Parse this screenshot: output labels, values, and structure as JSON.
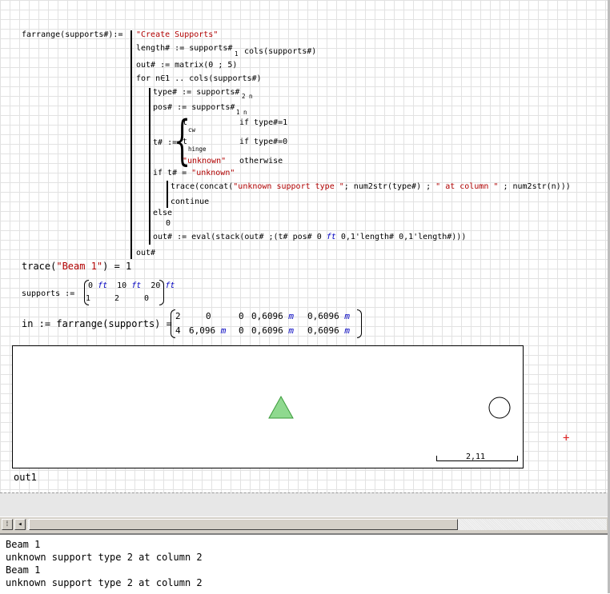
{
  "func": {
    "name": "farrange",
    "arg": "supports#",
    "assign": ":=",
    "line1_str": "\"Create Supports\"",
    "line2_lhs": "length#",
    "line2_rhs_a": "supports#",
    "line2_rhs_sub": "1",
    "line2_rhs_b": "cols(supports#)",
    "line3": "out# := matrix(0 ; 5)",
    "line4_for": "for",
    "line4_var": "n",
    "line4_in": "∈",
    "line4_range": "1 .. cols(supports#)",
    "type_lhs": "type#",
    "type_rhs": "supports#",
    "type_sub": "2 n",
    "pos_lhs": "pos#",
    "pos_rhs": "supports#",
    "pos_sub": "1 n",
    "t_lhs": "t#",
    "case1_val": "t",
    "case1_sub": "cw",
    "case1_cond": "if  type#=1",
    "case2_val": "t",
    "case2_sub": "hinge",
    "case2_cond": "if  type#=0",
    "case3_val": "\"unknown\"",
    "case3_cond": "otherwise",
    "if_line": "if t# = ",
    "if_str": "\"unknown\"",
    "trace_a": "trace(concat(",
    "trace_s1": "\"unknown support type \"",
    "trace_b": "; num2str(type#) ; ",
    "trace_s2": "\" at column \"",
    "trace_c": " ; num2str(n)))",
    "continue": "continue",
    "else": "else",
    "zero": "0",
    "out_a": "out# := eval(stack(out# ;(t#  pos#  0 ",
    "out_u": "ft",
    "out_b": "  0,1'length#  0,1'length#)))",
    "ret": "out#"
  },
  "trace_call": {
    "a": "trace(",
    "s": "\"Beam 1\"",
    "b": ") = 1"
  },
  "supports": {
    "lhs": "supports :=",
    "row1": [
      "0",
      "ft",
      "10",
      "ft",
      "20",
      "ft"
    ],
    "row2": [
      "1",
      "2",
      "0"
    ]
  },
  "in_eval": {
    "lhs": "in := farrange(supports) =",
    "row1": [
      "2",
      "0",
      "0",
      "0,6096",
      "m",
      "0,6096",
      "m"
    ],
    "row2": [
      "4",
      "6,096",
      "m",
      "0",
      "0,6096",
      "m",
      "0,6096",
      "m"
    ]
  },
  "plot": {
    "scale_label": "2,11",
    "caption": "out1",
    "triangle_color": "#8fd98f",
    "triangle_stroke": "#3a9a3a"
  },
  "cursor_glyph": "+",
  "cursor_color": "#e02020",
  "scrollbar": {
    "left_glyph": "◂",
    "prev_glyph": "◂"
  },
  "trace_window": {
    "lines": [
      "Beam 1",
      "unknown support type 2 at column 2",
      "Beam 1",
      "unknown support type 2 at column 2"
    ]
  }
}
